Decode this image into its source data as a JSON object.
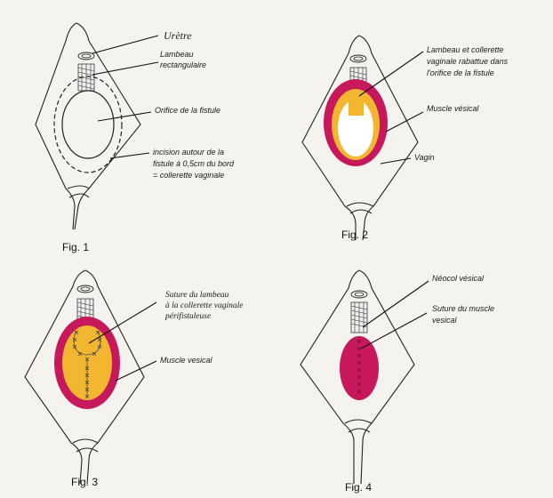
{
  "colors": {
    "muscle": "#c8185c",
    "flap": "#f2b630",
    "line": "#222222",
    "background": "#f4f3ee"
  },
  "fig1": {
    "caption": "Fig. 1",
    "labels": {
      "uretre": "Urètre",
      "lambeau_1": "Lambeau",
      "lambeau_2": "rectangulaire",
      "orifice": "Orifice de la fistule",
      "incision_1": "incision autour de la",
      "incision_2": "fistule à 0,5cm du bord",
      "incision_3": "= collerette vaginale"
    }
  },
  "fig2": {
    "caption": "Fig. 2",
    "labels": {
      "lambeau_1": "Lambeau et collerette",
      "lambeau_2": "vaginale rabattue dans",
      "lambeau_3": "l'orifice de la fistule",
      "muscle": "Muscle vésical",
      "vagin": "Vagin"
    }
  },
  "fig3": {
    "caption": "Fig. 3",
    "labels": {
      "suture_1": "Suture du lambeau",
      "suture_2": "à la collerette vaginale",
      "suture_3": "périfistuleuse",
      "muscle": "Muscle vesical"
    }
  },
  "fig4": {
    "caption": "Fig. 4",
    "labels": {
      "neocol": "Néocol vésical",
      "suture_1": "Suture du muscle",
      "suture_2": "vesical"
    }
  }
}
